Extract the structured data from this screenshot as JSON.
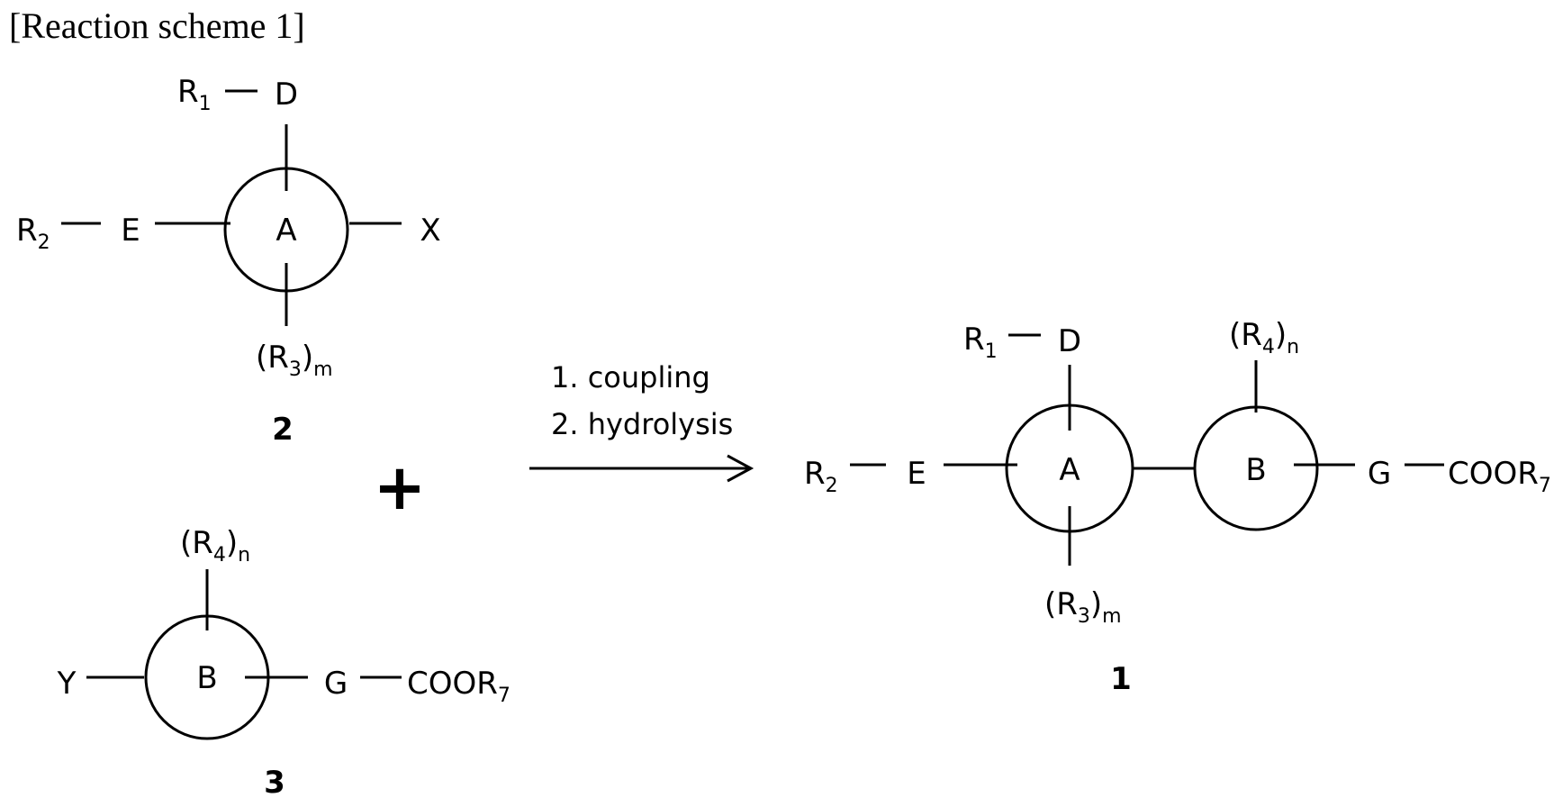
{
  "title": "[Reaction scheme 1]",
  "compound2": {
    "r1": "R",
    "r1_sub": "1",
    "d": "D",
    "r2": "R",
    "r2_sub": "2",
    "e": "E",
    "ring": "A",
    "x": "X",
    "r3_open": "(R",
    "r3_sub": "3",
    "r3_close": ")",
    "r3_m": "m",
    "id": "2"
  },
  "plus": "+",
  "compound3": {
    "r4_open": "(R",
    "r4_sub": "4",
    "r4_close": ")",
    "r4_n": "n",
    "y": "Y",
    "ring": "B",
    "g": "G",
    "cooR": "COOR",
    "cooR_sub": "7",
    "id": "3"
  },
  "conditions": {
    "step1": "1. coupling",
    "step2": "2. hydrolysis"
  },
  "compound1": {
    "r1": "R",
    "r1_sub": "1",
    "d": "D",
    "r2": "R",
    "r2_sub": "2",
    "e": "E",
    "ring_a": "A",
    "ring_b": "B",
    "r3_open": "(R",
    "r3_sub": "3",
    "r3_close": ")",
    "r3_m": "m",
    "r4_open": "(R",
    "r4_sub": "4",
    "r4_close": ")",
    "r4_n": "n",
    "g": "G",
    "cooR": "COOR",
    "cooR_sub": "7",
    "id": "1"
  }
}
